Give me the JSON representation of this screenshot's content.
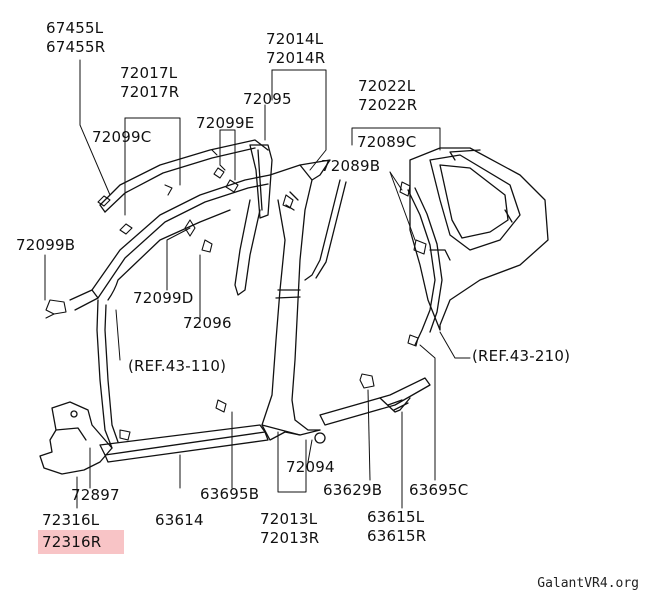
{
  "diagram": {
    "highlight_color": "#f8c4c6",
    "line_color": "#111111",
    "part_labels": [
      "67455L",
      "67455R",
      "72017L",
      "72017R",
      "72099C",
      "72099E",
      "72095",
      "72014L",
      "72014R",
      "72022L",
      "72022R",
      "72089C",
      "72089B",
      "72099B",
      "72099D",
      "72096",
      "(REF.43-110)",
      "(REF.43-210)",
      "72897",
      "63614",
      "63695B",
      "72094",
      "63629B",
      "63695C",
      "72316L",
      "72316R",
      "72013L",
      "72013R",
      "63615L",
      "63615R"
    ],
    "highlighted_part": "72316R",
    "watermark": "GalantVR4.org"
  }
}
